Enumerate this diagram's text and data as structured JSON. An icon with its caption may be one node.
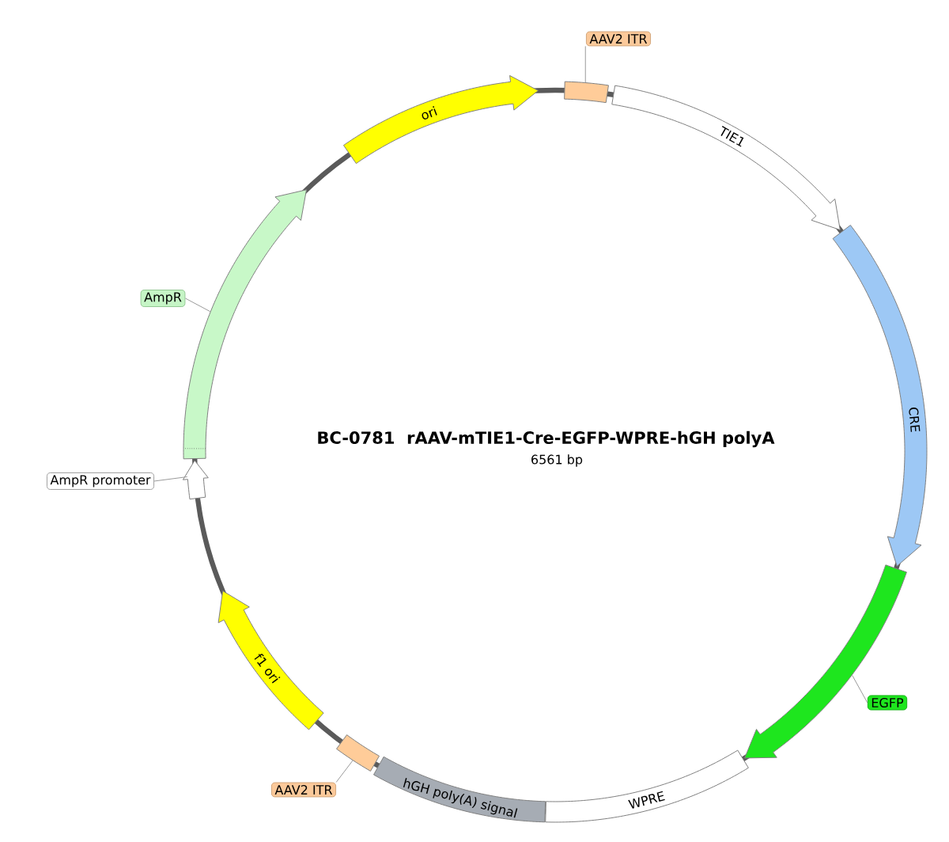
{
  "diagram": {
    "title": "BC-0781   rAAV-mTIE1-Cre-EGFP-WPRE-hGH polyA",
    "nodes": [
      {
        "text": [
          "AAV2 ITR"
        ]
      },
      {
        "text": [],
        "shape": "box"
      },
      {
        "text": [
          "ori"
        ]
      },
      {
        "text": [
          "TIE1"
        ]
      },
      {
        "text": [
          "AmpR"
        ]
      },
      {
        "text": [],
        "shape": "arrow"
      },
      {
        "text": [
          "CRE"
        ]
      },
      {
        "text": [
          "AmpR promoter"
        ]
      },
      {
        "text": [],
        "shape": "arrow"
      },
      {
        "text": [
          "f1 ori"
        ]
      },
      {
        "text": [],
        "shape": "arrow"
      },
      {
        "text": [
          "EGFP"
        ]
      },
      {
        "text": [],
        "shape": "box"
      },
      {
        "text": [
          "WPRE"
        ]
      },
      {
        "text": [
          "hGH poly(A) signal"
        ]
      },
      {
        "text": [
          "AAV2 ITR"
        ]
      }
    ],
    "edges": [
      {
        "from": 0,
        "to": 1,
        "arrow": "none"
      },
      {
        "from": 4,
        "to": 5,
        "arrow": "none"
      },
      {
        "from": 7,
        "to": 8,
        "arrow": "none"
      },
      {
        "from": 11,
        "to": 10,
        "arrow": "none"
      },
      {
        "from": 15,
        "to": 12,
        "arrow": "none"
      }
    ],
    "labels": [
      "6561 bp"
    ]
  }
}
